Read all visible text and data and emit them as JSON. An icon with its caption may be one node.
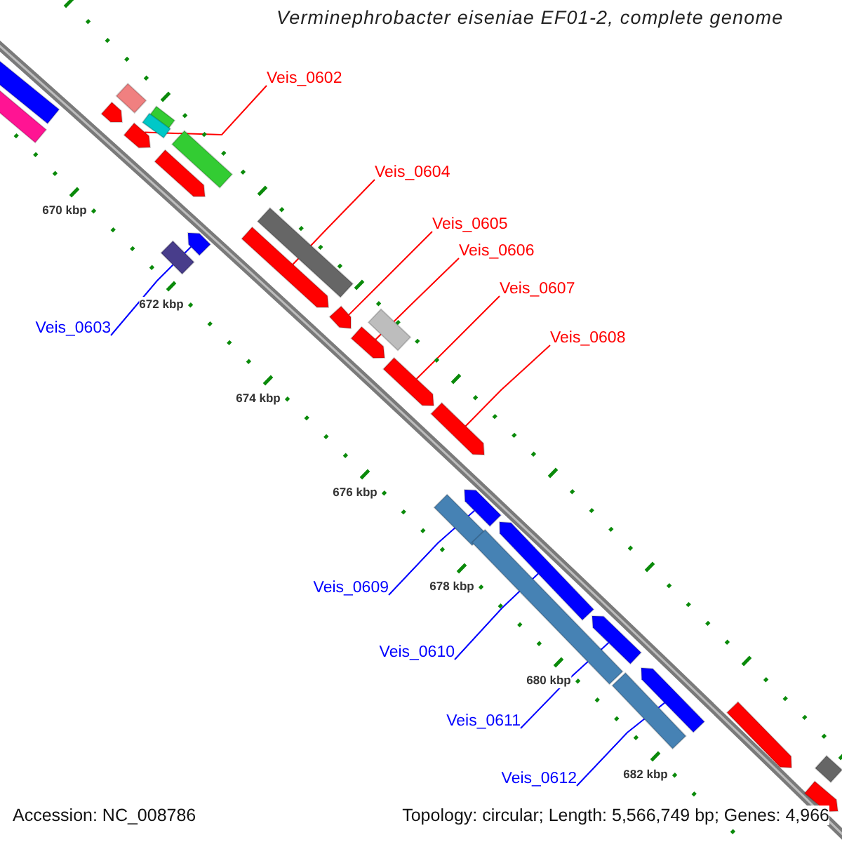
{
  "diagram": {
    "title": "Verminephrobacter eiseniae EF01-2, complete genome",
    "nodes": [
      {
        "text": [
          "Veis_0602"
        ]
      },
      {
        "text": [
          "Veis_0604"
        ]
      },
      {
        "text": [
          "Veis_0605"
        ]
      },
      {
        "text": [
          "Veis_0606"
        ]
      },
      {
        "text": [
          "Veis_0607"
        ]
      },
      {
        "text": [
          "Veis_0603"
        ]
      },
      {
        "text": [
          "Veis_0608"
        ]
      },
      {
        "text": [
          "Veis_0609"
        ]
      },
      {
        "text": [
          "Veis_0610"
        ]
      },
      {
        "text": [
          "Veis_0611"
        ]
      },
      {
        "text": [
          "Veis_0612"
        ]
      },
      {
        "text": [],
        "shape": "arrow"
      },
      {
        "text": [],
        "shape": "bar"
      },
      {
        "text": [],
        "shape": "bar"
      },
      {
        "text": [],
        "shape": "arrow"
      },
      {
        "text": [],
        "shape": "bar"
      },
      {
        "text": [],
        "shape": "bar"
      },
      {
        "text": [],
        "shape": "arrow"
      },
      {
        "text": [],
        "shape": "bar"
      },
      {
        "text": [],
        "shape": "arrow"
      },
      {
        "text": [],
        "shape": "bar"
      },
      {
        "text": [],
        "shape": "arrow"
      },
      {
        "text": [],
        "shape": "arrow"
      },
      {
        "text": [],
        "shape": "bar"
      },
      {
        "text": [],
        "shape": "arrow"
      },
      {
        "text": [],
        "shape": "bar"
      },
      {
        "text": [],
        "shape": "arrow"
      },
      {
        "text": [],
        "shape": "arrow"
      },
      {
        "text": [],
        "shape": "arrow"
      },
      {
        "text": [],
        "shape": "arrow"
      },
      {
        "text": [],
        "shape": "bar"
      },
      {
        "text": [],
        "shape": "arrow"
      },
      {
        "text": [],
        "shape": "bar"
      },
      {
        "text": [],
        "shape": "arrow"
      },
      {
        "text": [],
        "shape": "arrow"
      },
      {
        "text": [],
        "shape": "bar"
      },
      {
        "text": [],
        "shape": "arrow"
      },
      {
        "text": [],
        "shape": "bar"
      },
      {
        "text": [],
        "shape": "arrow"
      }
    ],
    "edges": [
      {
        "from": 0,
        "to": 17,
        "arrow": "none"
      },
      {
        "from": 1,
        "to": 22,
        "arrow": "none"
      },
      {
        "from": 2,
        "to": 24,
        "arrow": "none"
      },
      {
        "from": 3,
        "to": 26,
        "arrow": "none"
      },
      {
        "from": 4,
        "to": 27,
        "arrow": "none"
      },
      {
        "from": 5,
        "to": 21,
        "arrow": "none",
        "color": "#0000ff"
      },
      {
        "from": 6,
        "to": 28,
        "arrow": "none"
      },
      {
        "from": 7,
        "to": 29,
        "arrow": "none",
        "color": "#0000ff"
      },
      {
        "from": 8,
        "to": 31,
        "arrow": "none",
        "color": "#0000ff"
      },
      {
        "from": 9,
        "to": 33,
        "arrow": "none",
        "color": "#0000ff"
      },
      {
        "from": 10,
        "to": 34,
        "arrow": "none",
        "color": "#0000ff"
      }
    ],
    "labels": [
      "670 kbp",
      "672 kbp",
      "674 kbp",
      "676 kbp",
      "678 kbp",
      "680 kbp",
      "682 kbp",
      "Accession: NC_008786",
      "Topology: circular; Length: 5,566,749 bp; Genes: 4,966"
    ]
  }
}
